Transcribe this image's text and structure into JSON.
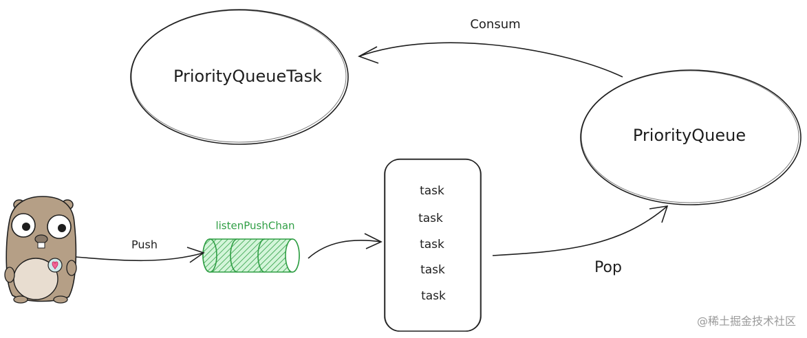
{
  "nodes": {
    "priority_queue_task": "PriorityQueueTask",
    "priority_queue": "PriorityQueue",
    "channel": "listenPushChan",
    "tasks": [
      "task",
      "task",
      "task",
      "task",
      "task"
    ]
  },
  "edges": {
    "push": "Push",
    "consum": "Consum",
    "pop": "Pop"
  },
  "watermark": "@稀土掘金技术社区",
  "colors": {
    "stroke": "#1e1e1e",
    "channel": "#2f9e44",
    "channel_fill": "#b2f2bb",
    "gopher_fur": "#b59f86",
    "gopher_belly": "#e8ddd0"
  },
  "icons": [
    "gopher-mascot-icon"
  ]
}
